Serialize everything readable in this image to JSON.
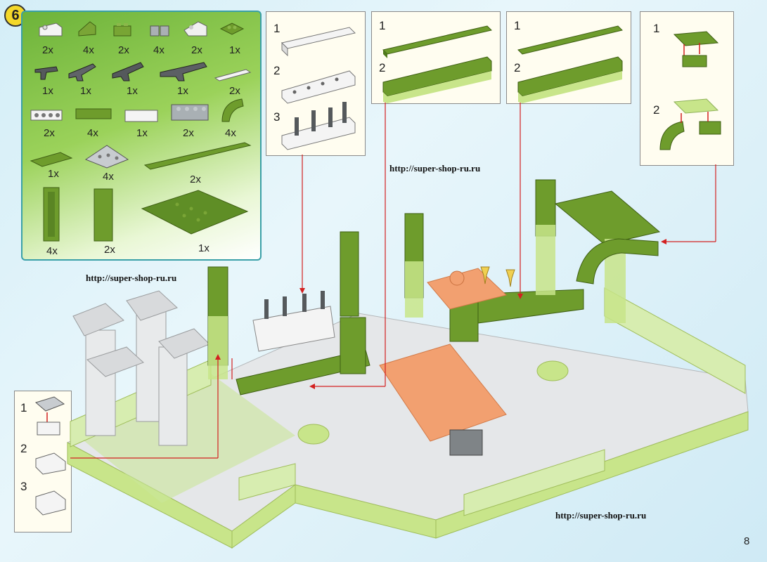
{
  "step_number": "6",
  "parts": [
    {
      "qty": "2x",
      "icon": "white-slope-brick-icon"
    },
    {
      "qty": "4x",
      "icon": "green-slope-brick-icon"
    },
    {
      "qty": "2x",
      "icon": "green-brick-1x2-icon"
    },
    {
      "qty": "4x",
      "icon": "gray-brick-1x1-icon"
    },
    {
      "qty": "2x",
      "icon": "white-slope-2x2-icon"
    },
    {
      "qty": "1x",
      "icon": "green-plate-2x2-icon"
    },
    {
      "qty": "1x",
      "icon": "gun-pistol-icon"
    },
    {
      "qty": "1x",
      "icon": "gun-rifle-icon"
    },
    {
      "qty": "1x",
      "icon": "gun-assault-icon"
    },
    {
      "qty": "1x",
      "icon": "gun-long-rifle-icon"
    },
    {
      "qty": "2x",
      "icon": "white-plate-1x4-icon"
    },
    {
      "qty": "2x",
      "icon": "white-technic-brick-icon"
    },
    {
      "qty": "4x",
      "icon": "green-brick-1x3-icon"
    },
    {
      "qty": "1x",
      "icon": "white-brick-1x3-icon"
    },
    {
      "qty": "2x",
      "icon": "gray-brick-2x4-icon"
    },
    {
      "qty": "4x",
      "icon": "green-arch-icon"
    },
    {
      "qty": "1x",
      "icon": "green-tile-1x4-icon"
    },
    {
      "qty": "4x",
      "icon": "gray-wedge-plate-icon"
    },
    {
      "qty": "2x",
      "icon": "green-plate-1x12-icon"
    },
    {
      "qty": "4x",
      "icon": "green-tall-brick-icon"
    },
    {
      "qty": "2x",
      "icon": "green-tall-brick-wide-icon"
    },
    {
      "qty": "1x",
      "icon": "green-baseplate-8x8-icon"
    }
  ],
  "sub_steps": {
    "guns": [
      "1",
      "2",
      "3"
    ],
    "plates_a": [
      "1",
      "2"
    ],
    "plates_b": [
      "1",
      "2"
    ],
    "arch": [
      "1",
      "2"
    ],
    "slope": [
      "1",
      "2",
      "3"
    ]
  },
  "urls": [
    "http://super-shop-ru.ru",
    "http://super-shop-ru.ru",
    "http://super-shop-ru.ru"
  ],
  "page_number": "8",
  "colors": {
    "green": "#6e9c2c",
    "light_green": "#c8e58a",
    "gray": "#a9acae",
    "white": "#f3f3f3",
    "orange": "#f2a070",
    "arrow": "#d32020"
  }
}
